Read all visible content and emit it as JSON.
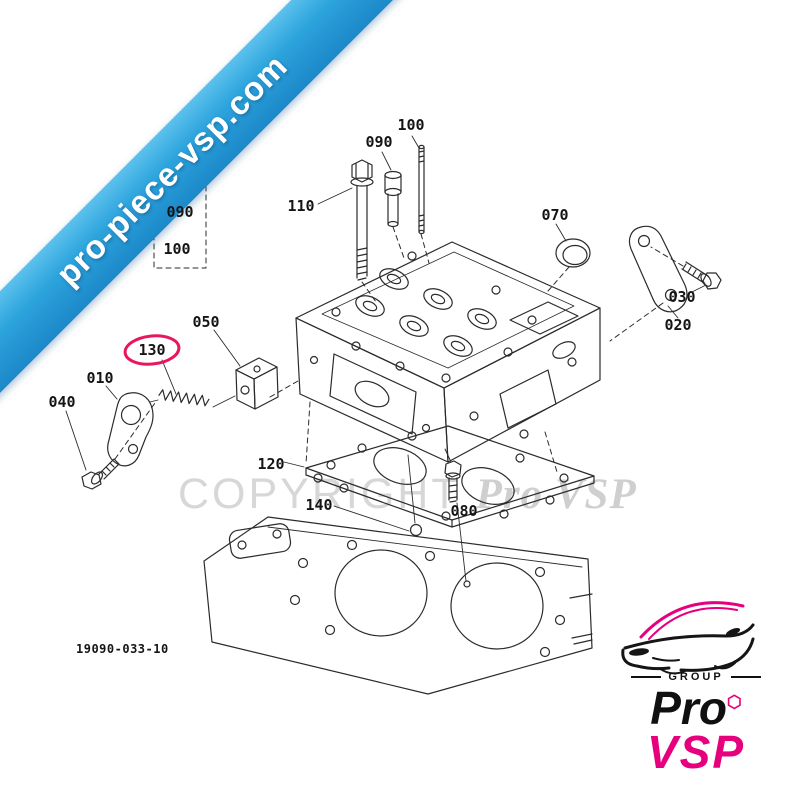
{
  "ribbon": {
    "text": "pro-piece-vsp.com"
  },
  "watermark": {
    "prefix": "COPYRIGHT",
    "brand": "Pro VSP"
  },
  "diagram": {
    "drawing_number": "19090-033-10",
    "highlight_color": "#e8175d",
    "part_labels": [
      {
        "id": "100",
        "text": "100"
      },
      {
        "id": "090",
        "text": "090"
      },
      {
        "id": "110",
        "text": "110"
      },
      {
        "id": "070",
        "text": "070"
      },
      {
        "id": "030",
        "text": "030"
      },
      {
        "id": "020",
        "text": "020"
      },
      {
        "id": "050",
        "text": "050"
      },
      {
        "id": "130",
        "text": "130",
        "highlighted": true
      },
      {
        "id": "010",
        "text": "010"
      },
      {
        "id": "040",
        "text": "040"
      },
      {
        "id": "120",
        "text": "120"
      },
      {
        "id": "140",
        "text": "140"
      },
      {
        "id": "080",
        "text": "080"
      }
    ],
    "inset_labels": [
      {
        "text": "090"
      },
      {
        "text": "100"
      }
    ]
  },
  "logo": {
    "group_label": "GROUP",
    "brand_black": "Pro",
    "brand_accent": "VSP",
    "accent_color": "#e6007e"
  }
}
